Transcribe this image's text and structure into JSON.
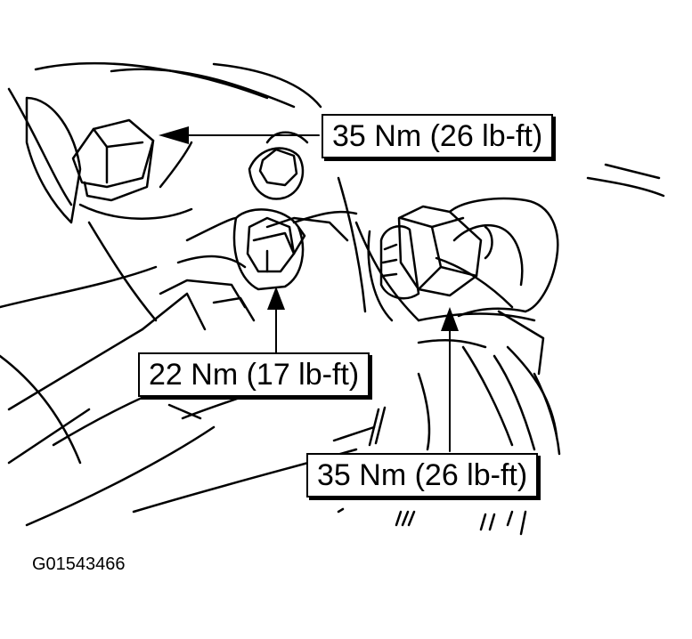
{
  "callouts": {
    "top": "35 Nm (26 lb-ft)",
    "middle": "22 Nm (17 lb-ft)",
    "bottom": "35 Nm (26 lb-ft)"
  },
  "figure_code": "G01543466"
}
